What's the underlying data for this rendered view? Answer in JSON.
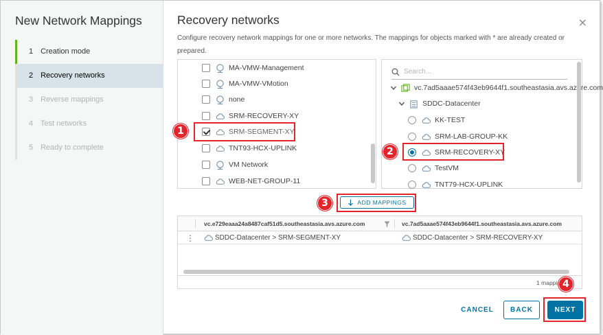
{
  "wizard": {
    "title": "New Network Mappings",
    "steps": [
      {
        "num": "1",
        "label": "Creation mode"
      },
      {
        "num": "2",
        "label": "Recovery networks"
      },
      {
        "num": "3",
        "label": "Reverse mappings"
      },
      {
        "num": "4",
        "label": "Test networks"
      },
      {
        "num": "5",
        "label": "Ready to complete"
      }
    ]
  },
  "page": {
    "title": "Recovery networks",
    "description": "Configure recovery network mappings for one or more networks. The mappings for objects marked with * are already created or prepared.",
    "close": "×"
  },
  "source_networks": [
    {
      "label": "MA-VMW-Management",
      "checked": false
    },
    {
      "label": "MA-VMW-VMotion",
      "checked": false
    },
    {
      "label": "none",
      "checked": false
    },
    {
      "label": "SRM-RECOVERY-XY",
      "checked": false
    },
    {
      "label": "SRM-SEGMENT-XY",
      "checked": true
    },
    {
      "label": "TNT93-HCX-UPLINK",
      "checked": false
    },
    {
      "label": "VM Network",
      "checked": false
    },
    {
      "label": "WEB-NET-GROUP-11",
      "checked": false
    }
  ],
  "target": {
    "search_placeholder": "Search...",
    "vcenter": "vc.7ad5aaae574f43eb9644f1.southeastasia.avs.azure.com",
    "datacenter": "SDDC-Datacenter",
    "networks": [
      {
        "label": "KK-TEST",
        "selected": false
      },
      {
        "label": "SRM-LAB-GROUP-KK",
        "selected": false
      },
      {
        "label": "SRM-RECOVERY-XY",
        "selected": true
      },
      {
        "label": "TestVM",
        "selected": false
      },
      {
        "label": "TNT79-HCX-UPLINK",
        "selected": false
      }
    ]
  },
  "add_mappings_label": "ADD MAPPINGS",
  "mappings_grid": {
    "columns": [
      "vc.e729eaaa24a8487caf51d5.southeastasia.avs.azure.com",
      "vc.7ad5aaae574f43eb9644f1.southeastasia.avs.azure.com"
    ],
    "rows": [
      {
        "source": "SDDC-Datacenter > SRM-SEGMENT-XY",
        "target": "SDDC-Datacenter > SRM-RECOVERY-XY"
      }
    ],
    "footer": "1 mappings"
  },
  "buttons": {
    "cancel": "CANCEL",
    "back": "BACK",
    "next": "NEXT"
  },
  "badges": [
    "1",
    "2",
    "3",
    "4"
  ],
  "colors": {
    "accent": "#0072a3",
    "highlight": "#e3242b",
    "done_step": "#5eb715"
  }
}
